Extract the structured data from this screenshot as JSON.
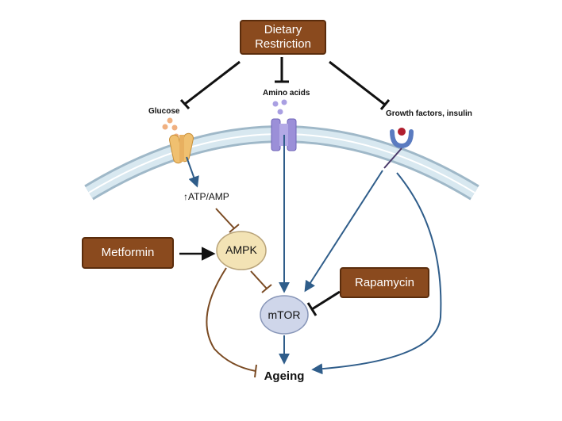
{
  "nodes": {
    "dietary_restriction": "Dietary\nRestriction",
    "metformin": "Metformin",
    "rapamycin": "Rapamycin",
    "ampk": "AMPK",
    "mtor": "mTOR",
    "ageing": "Ageing"
  },
  "labels": {
    "glucose": "Glucose",
    "amino_acids": "Amino acids",
    "growth_factors": "Growth factors, insulin",
    "atp_amp": "↑ATP/AMP"
  },
  "colors": {
    "box_fill": "#8a4a1e",
    "box_border": "#5a2c0c",
    "activation_arrow": "#2f5d8a",
    "inhibition_brown": "#7a4a22",
    "membrane_fill": "#d8e8f0",
    "membrane_edge": "#9fb8c8",
    "ampk_fill": "#f3e3b5",
    "mtor_fill": "#cfd6ea",
    "glucose_transporter": "#f0c070",
    "amino_channel": "#9b8fd8",
    "receptor": "#5a7bc0",
    "ligand": "#b01e2e"
  }
}
